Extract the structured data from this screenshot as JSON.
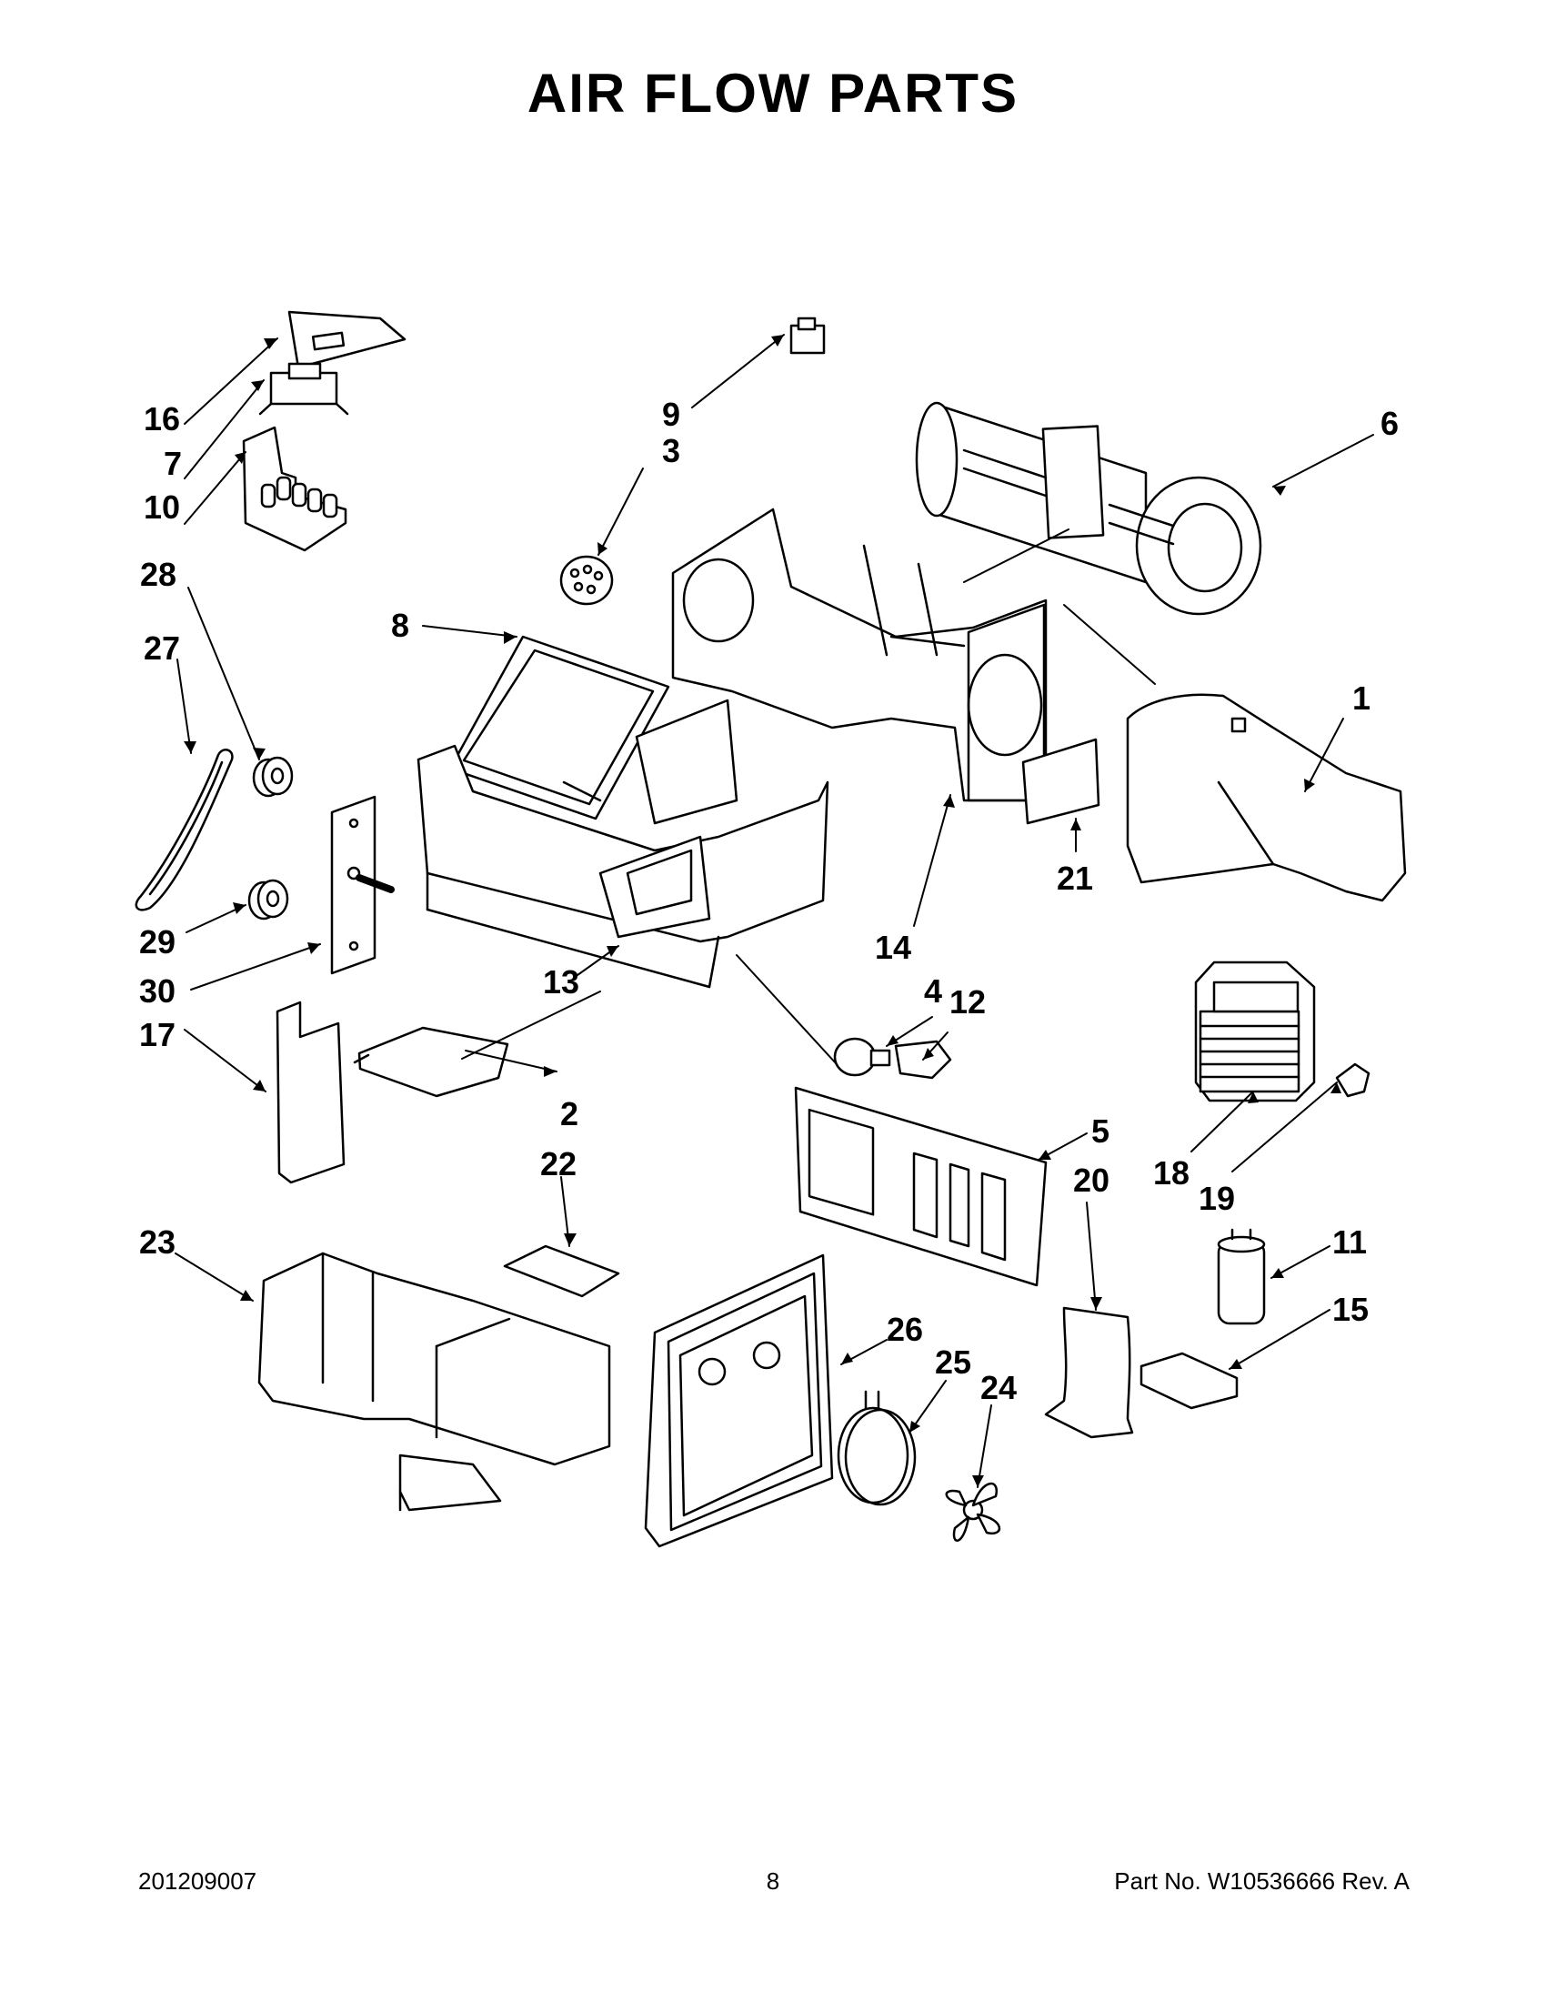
{
  "title": "AIR FLOW PARTS",
  "callouts": [
    "1",
    "2",
    "3",
    "4",
    "5",
    "6",
    "7",
    "8",
    "9",
    "10",
    "11",
    "12",
    "13",
    "14",
    "15",
    "16",
    "17",
    "18",
    "19",
    "20",
    "21",
    "22",
    "23",
    "24",
    "25",
    "26",
    "27",
    "28",
    "29",
    "30"
  ],
  "footer": {
    "doc_number": "201209007",
    "page": "8",
    "part_no": "Part No.  W10536666  Rev.  A"
  }
}
